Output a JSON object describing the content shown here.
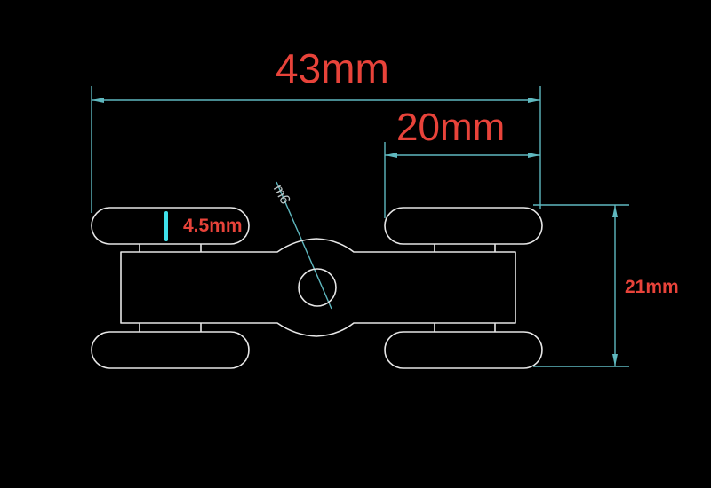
{
  "dimensions": {
    "overall_width": "43mm",
    "wheel_spacing": "20mm",
    "wheel_thickness": "4.5mm",
    "overall_height": "21mm",
    "bolt_size": "m6"
  },
  "colors": {
    "background": "#000000",
    "drawing_line": "#e6e6e6",
    "dimension_line": "#5fb8bf",
    "label_red": "#e8433a",
    "thickness_marker": "#3fe0ea",
    "bolt_label": "#bfc8c9"
  }
}
